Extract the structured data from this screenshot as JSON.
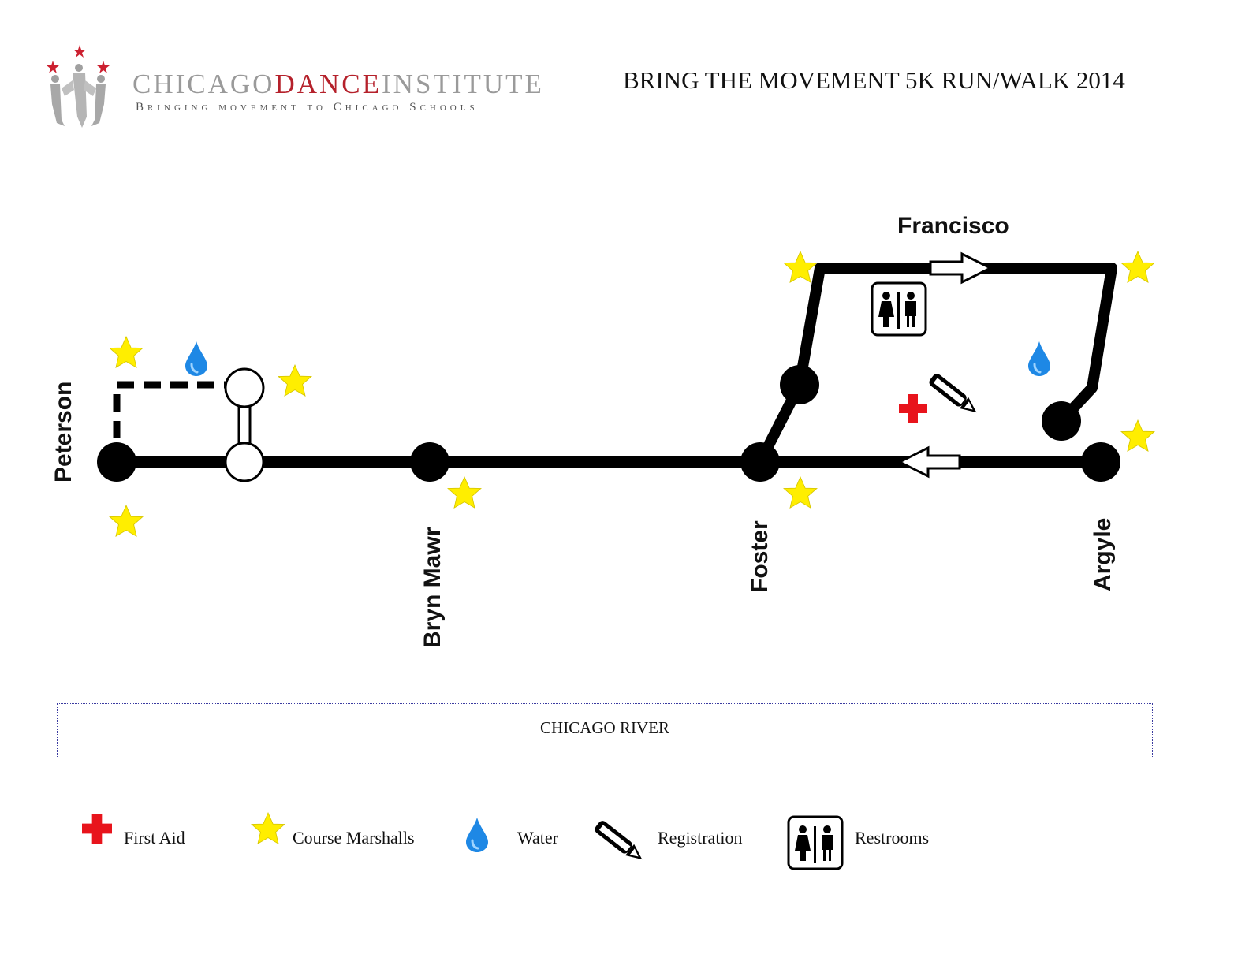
{
  "header": {
    "logo": {
      "name_part1": "CHICAGO",
      "name_part2": "DANCE",
      "name_part3": "INSTITUTE",
      "tagline": "Bringing movement to Chicago Schools"
    },
    "title": "BRING THE MOVEMENT 5K RUN/WALK 2014"
  },
  "streets": {
    "peterson": "Peterson",
    "bryn_mawr": "Bryn Mawr",
    "foster": "Foster",
    "argyle": "Argyle",
    "francisco": "Francisco"
  },
  "river": {
    "label": "CHICAGO RIVER"
  },
  "legend": {
    "first_aid": "First Aid",
    "course_marshalls": "Course Marshalls",
    "water": "Water",
    "registration": "Registration",
    "restrooms": "Restrooms"
  },
  "colors": {
    "route": "#000000",
    "marshall_star": "#ffee00",
    "first_aid": "#e8141c",
    "water": "#1e90ff",
    "logo_red": "#b5212b",
    "logo_gray": "#9a9a9a"
  }
}
